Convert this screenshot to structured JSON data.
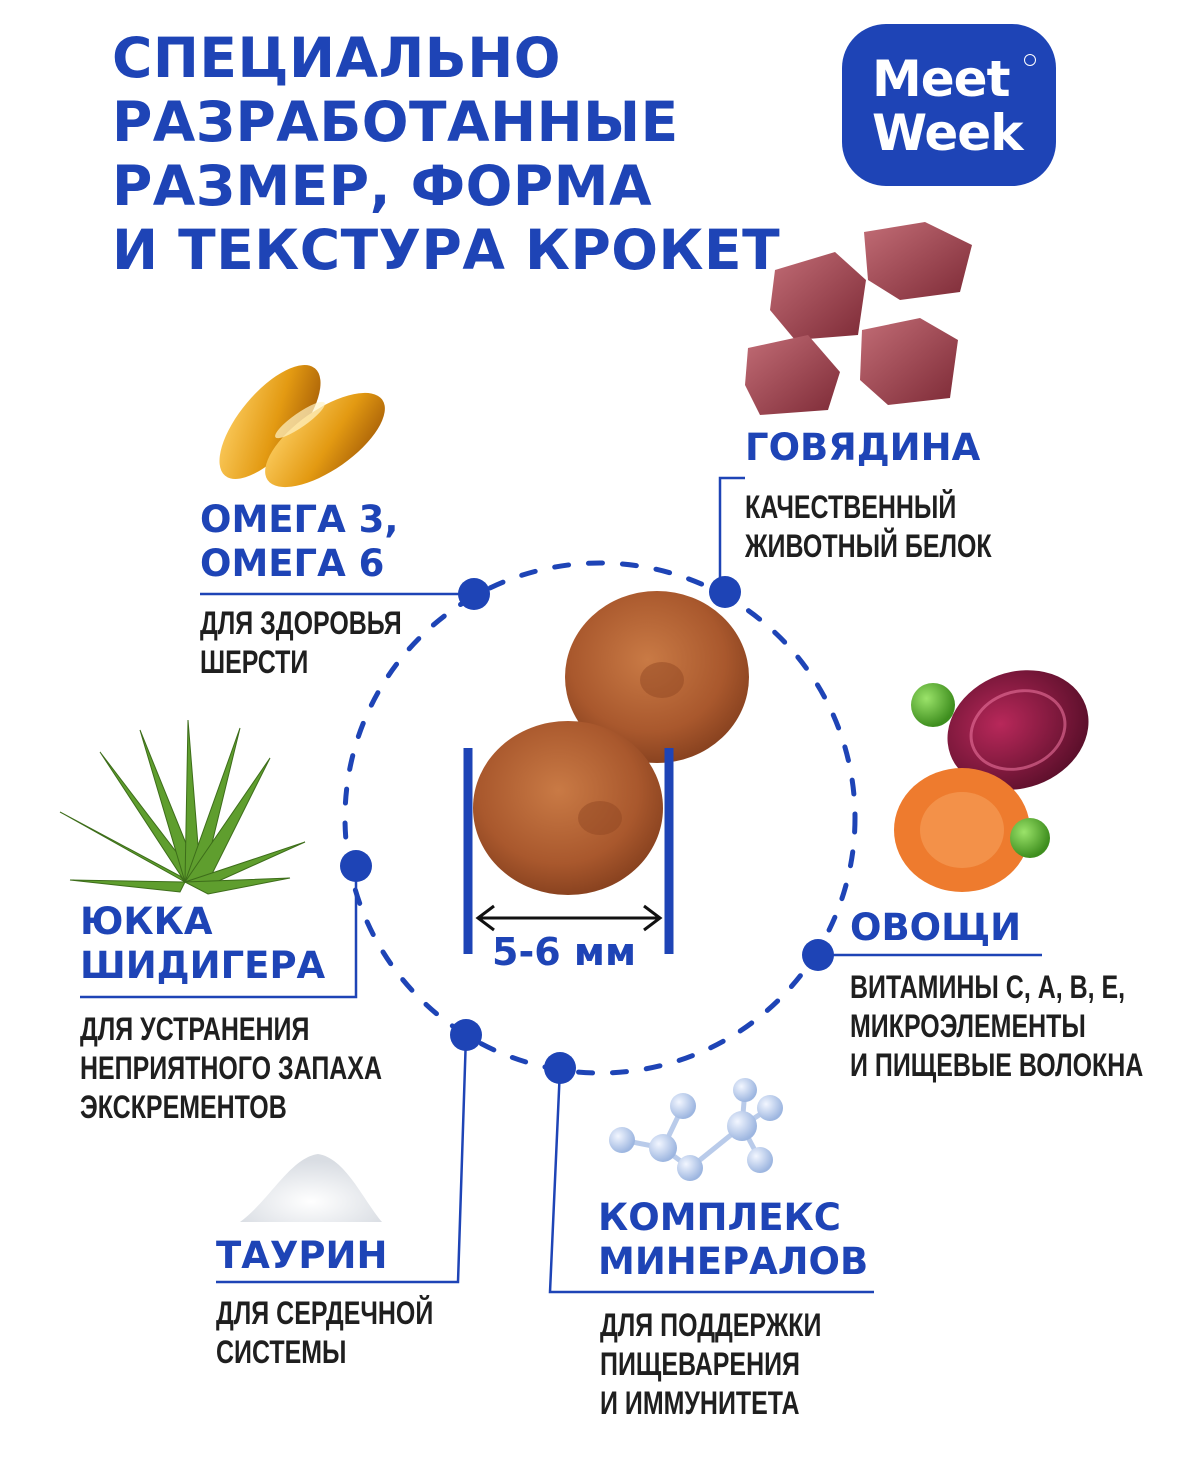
{
  "headline": [
    "СПЕЦИАЛЬНО",
    "РАЗРАБОТАННЫЕ",
    "РАЗМЕР, ФОРМА",
    "И ТЕКСТУРА КРОКЕТ"
  ],
  "logo": {
    "line1": "Meet",
    "line2": "Week"
  },
  "size_label": "5-6 мм",
  "colors": {
    "brand_blue": "#1e44b6",
    "text_dark": "#1f1f1f"
  },
  "features": {
    "beef": {
      "title": [
        "ГОВЯДИНА"
      ],
      "desc": [
        "КАЧЕСТВЕННЫЙ",
        "ЖИВОТНЫЙ БЕЛОК"
      ],
      "icon": "beef-cubes-icon"
    },
    "omega": {
      "title": [
        "ОМЕГА 3,",
        "ОМЕГА 6"
      ],
      "desc": [
        "ДЛЯ ЗДОРОВЬЯ",
        "ШЕРСТИ"
      ],
      "icon": "fish-oil-capsules-icon"
    },
    "yucca": {
      "title": [
        "ЮККА",
        "ШИДИГЕРА"
      ],
      "desc": [
        "ДЛЯ УСТРАНЕНИЯ",
        "НЕПРИЯТНОГО ЗАПАХА",
        "ЭКСКРЕМЕНТОВ"
      ],
      "icon": "yucca-plant-icon"
    },
    "vegetables": {
      "title": [
        "ОВОЩИ"
      ],
      "desc": [
        "ВИТАМИНЫ С, А, В, Е,",
        "МИКРОЭЛЕМЕНТЫ",
        "И ПИЩЕВЫЕ ВОЛОКНА"
      ],
      "icon": "vegetables-icon"
    },
    "taurine": {
      "title": [
        "ТАУРИН"
      ],
      "desc": [
        "ДЛЯ СЕРДЕЧНОЙ",
        "СИСТЕМЫ"
      ],
      "icon": "taurine-powder-icon"
    },
    "minerals": {
      "title": [
        "КОМПЛЕКС",
        "МИНЕРАЛОВ"
      ],
      "desc": [
        "ДЛЯ ПОДДЕРЖКИ",
        "ПИЩЕВАРЕНИЯ",
        "И ИММУНИТЕТА"
      ],
      "icon": "molecule-icon"
    }
  }
}
